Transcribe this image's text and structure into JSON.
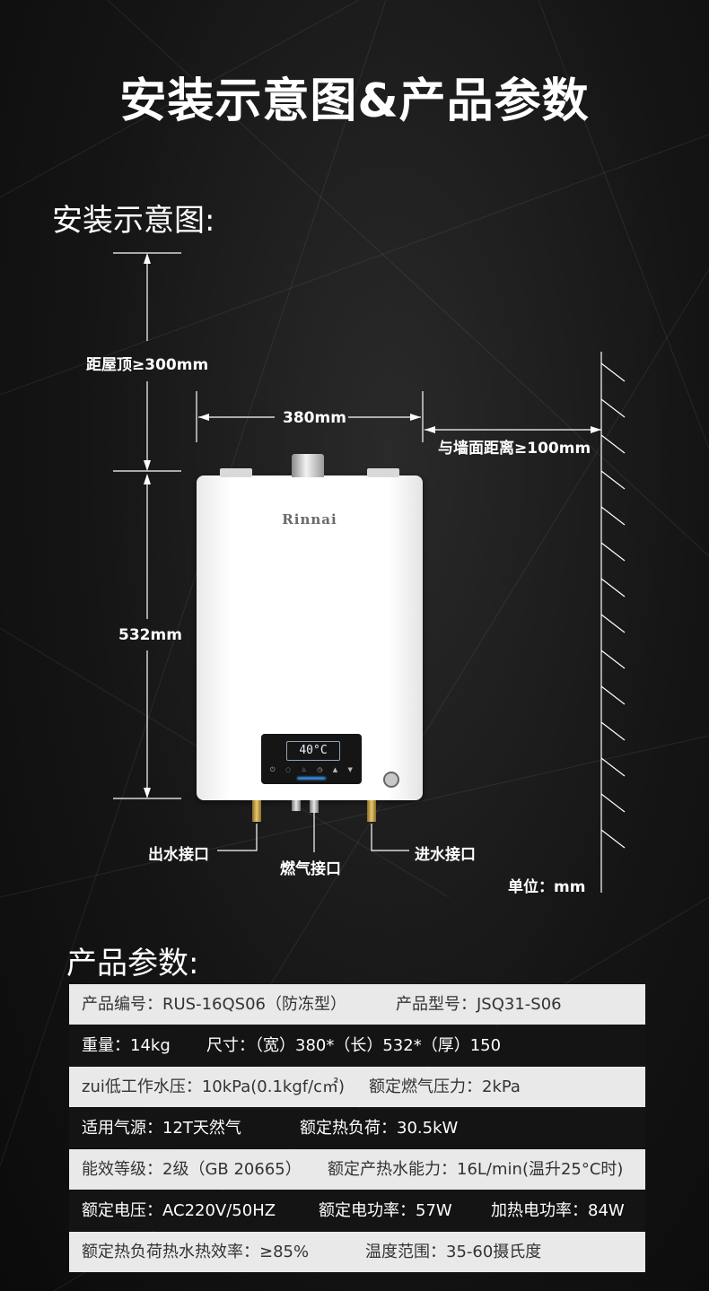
{
  "page": {
    "title": "安装示意图&产品参数",
    "install_heading": "安装示意图:",
    "params_heading": "产品参数:"
  },
  "diagram": {
    "ceiling_label": "距屋顶≥300mm",
    "width_label": "380mm",
    "wall_label": "与墙面距离≥100mm",
    "height_label": "532mm",
    "outlet_label": "出水接口",
    "gas_label": "燃气接口",
    "inlet_label": "进水接口",
    "unit_label": "单位：mm",
    "brand": "Rinnai",
    "display_temp": "40°C"
  },
  "params": {
    "rows": [
      {
        "style": "light",
        "cells": [
          "产品编号：RUS-16QS06（防冻型）",
          "产品型号：JSQ31-S06"
        ]
      },
      {
        "style": "dark",
        "cells": [
          "重量：14kg",
          "尺寸：（宽）380*（长）532*（厚）150"
        ]
      },
      {
        "style": "light",
        "cells": [
          "zui低工作水压：10kPa(0.1kgf/c㎡)",
          "额定燃气压力：2kPa"
        ]
      },
      {
        "style": "dark",
        "cells": [
          "适用气源：12T天然气",
          "额定热负荷：30.5kW"
        ]
      },
      {
        "style": "light",
        "cells": [
          "能效等级：2级（GB 20665）",
          "额定产热水能力：16L/min(温升25°C时)"
        ]
      },
      {
        "style": "dark",
        "cells": [
          "额定电压：AC220V/50HZ",
          "额定电功率：57W",
          "加热电功率：84W"
        ]
      },
      {
        "style": "light",
        "cells": [
          "额定热负荷热水热效率：≥85%",
          "温度范围：35-60摄氏度"
        ]
      }
    ]
  },
  "colors": {
    "background": "#151515",
    "row_light": "#e9e9e9",
    "row_dark": "#141414",
    "heater_body": "#ffffff"
  }
}
